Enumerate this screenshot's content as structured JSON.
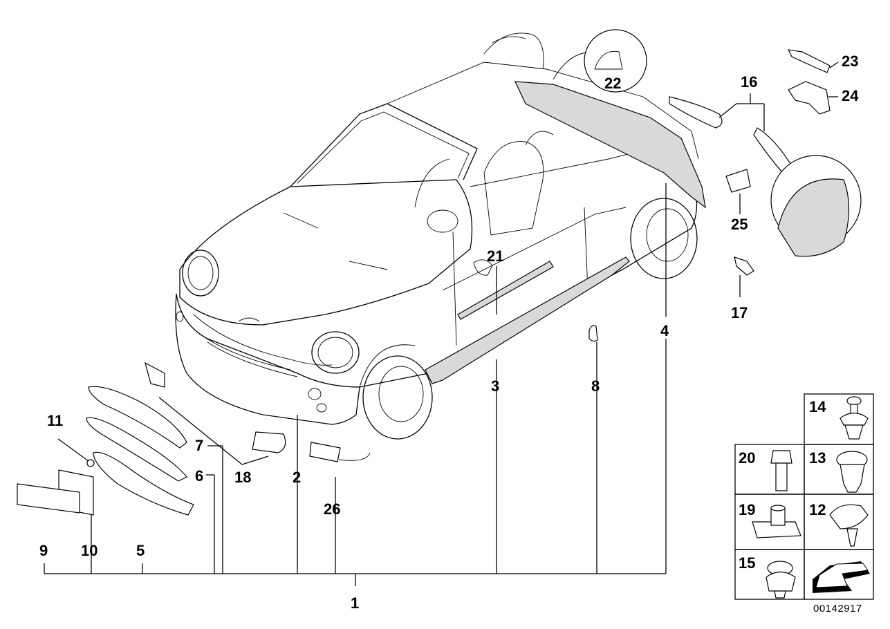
{
  "diagram": {
    "drawing_number": "00142917",
    "labels": {
      "p1": "1",
      "p2": "2",
      "p3": "3",
      "p4": "4",
      "p5": "5",
      "p6": "6",
      "p7": "7",
      "p8": "8",
      "p9": "9",
      "p10": "10",
      "p11": "11",
      "p12": "12",
      "p13": "13",
      "p14": "14",
      "p15": "15",
      "p16": "16",
      "p17": "17",
      "p18": "18",
      "p19": "19",
      "p20": "20",
      "p21": "21",
      "p22": "22",
      "p23": "23",
      "p24": "24",
      "p25": "25",
      "p26": "26"
    }
  }
}
